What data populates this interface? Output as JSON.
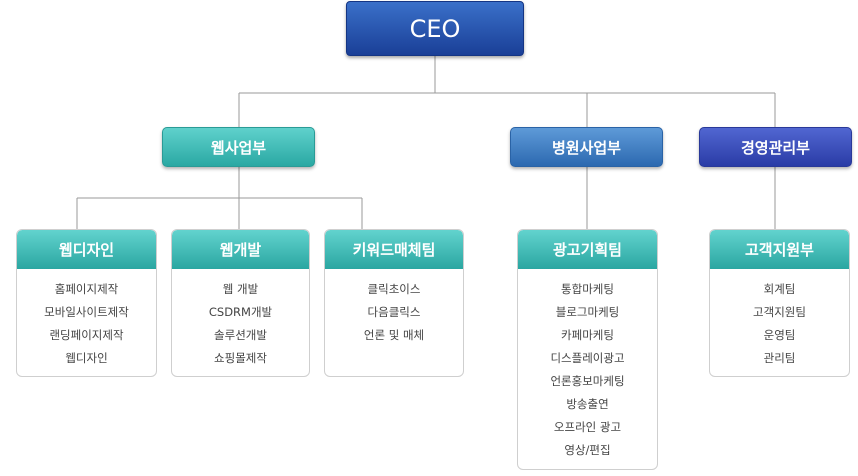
{
  "ceo": "CEO",
  "departments": [
    {
      "name": "웹사업부",
      "teams": [
        {
          "name": "웹디자인",
          "items": [
            "홈페이지제작",
            "모바일사이트제작",
            "랜딩페이지제작",
            "웹디자인"
          ]
        },
        {
          "name": "웹개발",
          "items": [
            "웹 개발",
            "CSDRM개발",
            "솔루션개발",
            "쇼핑몰제작"
          ]
        },
        {
          "name": "키워드매체팀",
          "items": [
            "클릭초이스",
            "다음클릭스",
            "언론 및 매체"
          ]
        }
      ]
    },
    {
      "name": "병원사업부",
      "teams": [
        {
          "name": "광고기획팀",
          "items": [
            "통합마케팅",
            "블로그마케팅",
            "카페마케팅",
            "디스플레이광고",
            "언론홍보마케팅",
            "방송출연",
            "오프라인 광고",
            "영상/편집"
          ]
        }
      ]
    },
    {
      "name": "경영관리부",
      "teams": [
        {
          "name": "고객지원부",
          "items": [
            "회계팀",
            "고객지원팀",
            "운영팀",
            "관리팀"
          ]
        }
      ]
    }
  ]
}
